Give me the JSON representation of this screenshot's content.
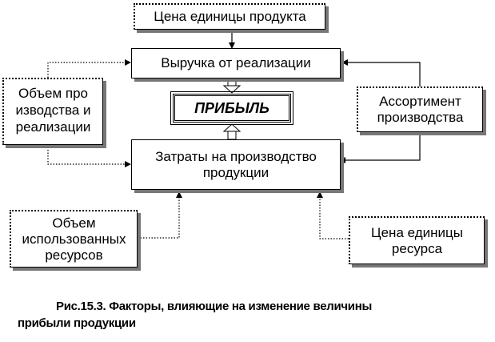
{
  "nodes": {
    "price_unit": "Цена единицы продукта",
    "revenue": "Выручка от реализации",
    "profit": "ПРИБЫЛЬ",
    "volume_production": "Объем производства и реализации",
    "assortment": "Ассортимент производства",
    "costs": "Затраты на производство продукции",
    "resources_volume": "Объем использованных ресурсов",
    "resource_price": "Цена единицы ресурса"
  },
  "caption": {
    "line1": "Рис.15.3. Факторы, влияющие  на изменение величины",
    "line2": "прибыли продукции"
  }
}
